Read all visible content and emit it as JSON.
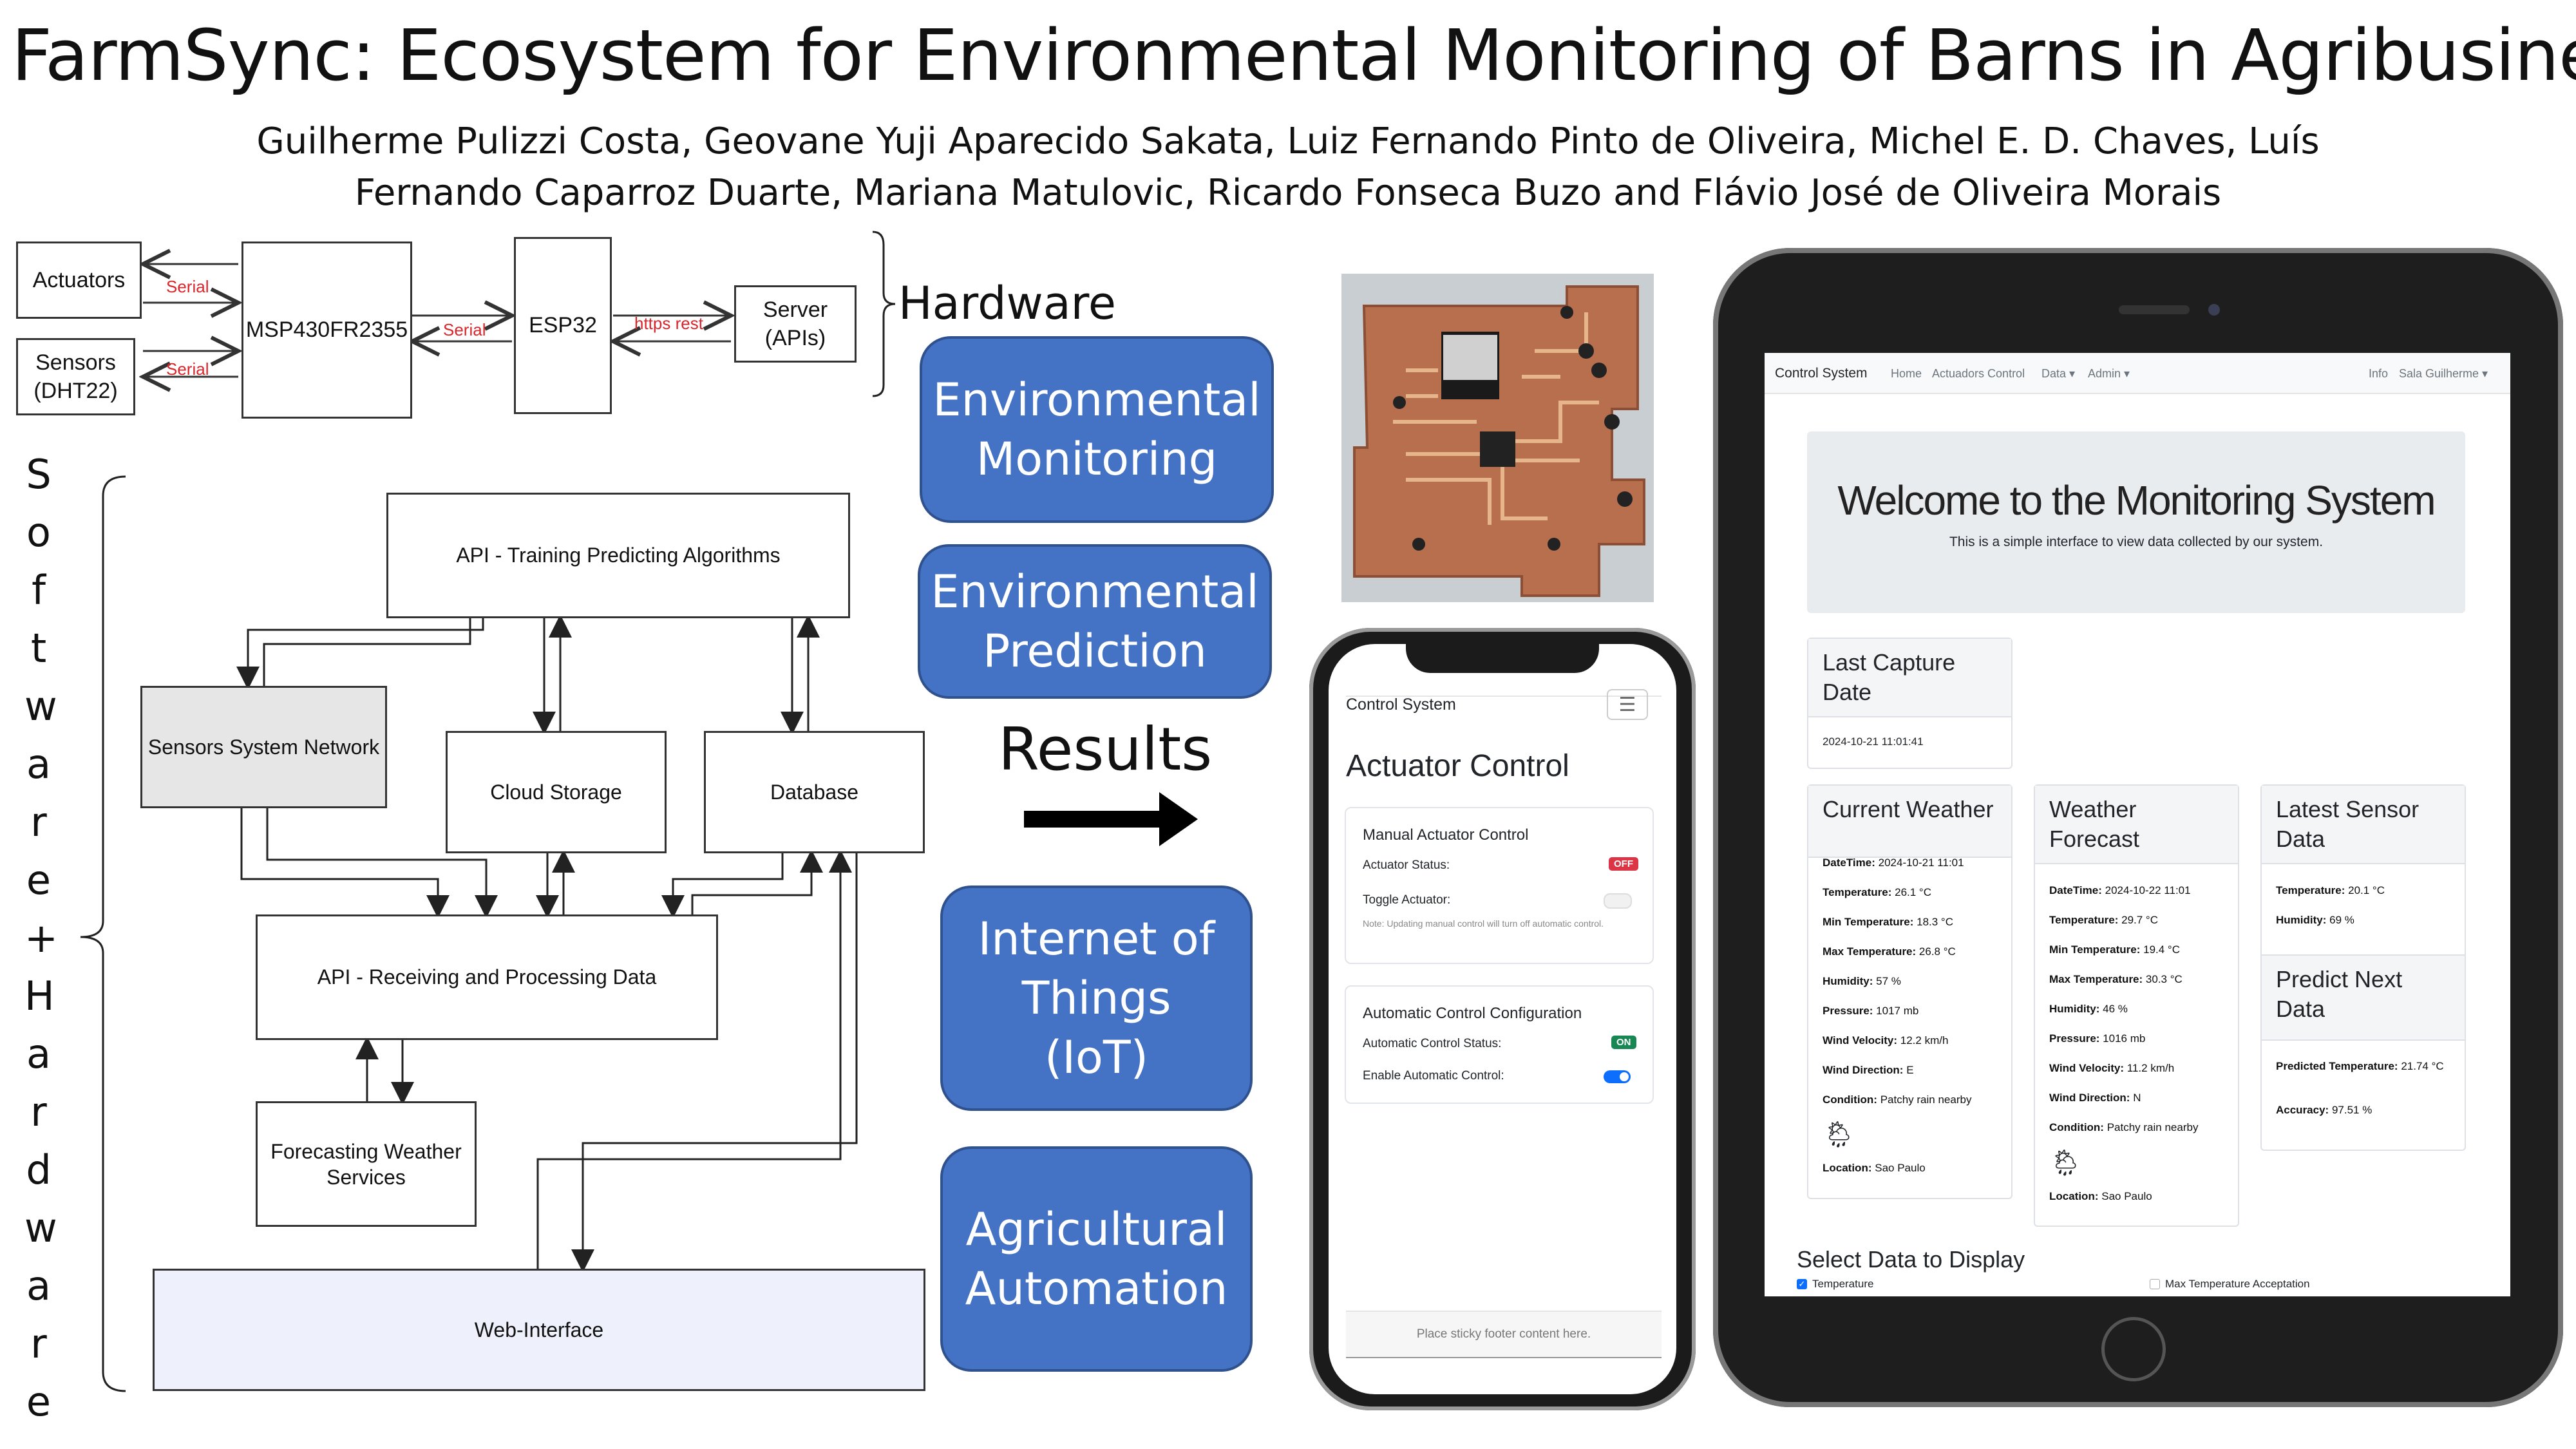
{
  "title": "FarmSync: Ecosystem for Environmental Monitoring of Barns in Agribusiness",
  "authors": {
    "line1": "Guilherme Pulizzi Costa, Geovane Yuji Aparecido Sakata, Luiz Fernando Pinto de Oliveira, Michel E. D. Chaves, Luís",
    "line2": "Fernando Caparroz Duarte, Mariana Matulovic, Ricardo Fonseca Buzo and Flávio José de Oliveira Morais"
  },
  "hardware": {
    "label": "Hardware",
    "actuators": "Actuators",
    "sensors": "Sensors (DHT22)",
    "msp": "MSP430FR2355",
    "esp": "ESP32",
    "server": "Server (APIs)",
    "serial": "Serial",
    "https": "https rest"
  },
  "software": {
    "side_label": [
      "S",
      "o",
      "f",
      "t",
      "w",
      "a",
      "r",
      "e",
      "+",
      "H",
      "a",
      "r",
      "d",
      "w",
      "a",
      "r",
      "e"
    ],
    "training": "API - Training Predicting Algorithms",
    "sensors_network": "Sensors System Network",
    "cloud": "Cloud Storage",
    "database": "Database",
    "receiving": "API - Receiving and Processing Data",
    "forecasting": "Forecasting Weather Services",
    "web": "Web-Interface"
  },
  "pills": {
    "monitoring": "Environmental Monitoring",
    "prediction": "Environmental Prediction",
    "iot": "Internet of Things (IoT)",
    "automation": "Agricultural Automation"
  },
  "results": "Results",
  "phone": {
    "brand": "Control System",
    "heading": "Actuator Control",
    "manual_title": "Manual Actuator Control",
    "actuator_status_label": "Actuator Status:",
    "actuator_status": "OFF",
    "toggle_label": "Toggle Actuator:",
    "note": "Note: Updating manual control will turn off automatic control.",
    "auto_title": "Automatic Control Configuration",
    "auto_status_label": "Automatic Control Status:",
    "auto_status": "ON",
    "enable_label": "Enable Automatic Control:",
    "footer": "Place sticky footer content here."
  },
  "tablet": {
    "brand": "Control System",
    "nav": [
      "Home",
      "Actuadors Control",
      "Data ▾",
      "Admin ▾"
    ],
    "nav_right": [
      "Info",
      "Sala Guilherme ▾"
    ],
    "hero_title": "Welcome to the Monitoring System",
    "hero_sub": "This is a simple interface to view data collected by our system.",
    "last_capture_title": "Last Capture Date",
    "last_capture_value": "2024-10-21 11:01:41",
    "current": {
      "title": "Current Weather",
      "rows": [
        [
          "DateTime:",
          "2024-10-21 11:01"
        ],
        [
          "Temperature:",
          "26.1 °C"
        ],
        [
          "Min Temperature:",
          "18.3 °C"
        ],
        [
          "Max Temperature:",
          "26.8 °C"
        ],
        [
          "Humidity:",
          "57 %"
        ],
        [
          "Pressure:",
          "1017 mb"
        ],
        [
          "Wind Velocity:",
          "12.2 km/h"
        ],
        [
          "Wind Direction:",
          "E"
        ],
        [
          "Condition:",
          "Patchy rain nearby"
        ]
      ],
      "location": [
        "Location:",
        "Sao Paulo"
      ]
    },
    "forecast": {
      "title": "Weather Forecast",
      "rows": [
        [
          "DateTime:",
          "2024-10-22 11:01"
        ],
        [
          "Temperature:",
          "29.7 °C"
        ],
        [
          "Min Temperature:",
          "19.4 °C"
        ],
        [
          "Max Temperature:",
          "30.3 °C"
        ],
        [
          "Humidity:",
          "46 %"
        ],
        [
          "Pressure:",
          "1016 mb"
        ],
        [
          "Wind Velocity:",
          "11.2 km/h"
        ],
        [
          "Wind Direction:",
          "N"
        ],
        [
          "Condition:",
          "Patchy rain nearby"
        ]
      ],
      "location": [
        "Location:",
        "Sao Paulo"
      ]
    },
    "latest": {
      "title": "Latest Sensor Data",
      "rows": [
        [
          "Temperature:",
          "20.1 °C"
        ],
        [
          "Humidity:",
          "69 %"
        ]
      ]
    },
    "predict": {
      "title": "Predict Next Data",
      "rows": [
        [
          "Predicted Temperature:",
          "21.74 °C"
        ],
        [
          "Accuracy:",
          "97.51 %"
        ]
      ]
    },
    "select_title": "Select Data to Display",
    "select_opt1": "Temperature",
    "select_opt2": "Max Temperature Acceptation"
  }
}
